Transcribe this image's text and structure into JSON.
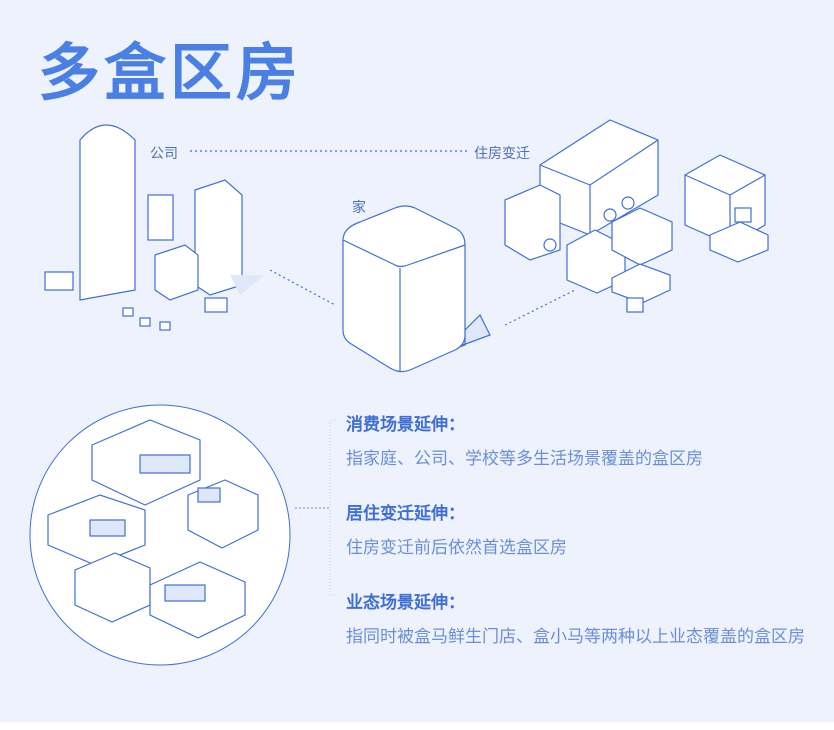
{
  "title": "多盒区房",
  "labels": {
    "company": "公司",
    "home": "家",
    "moving": "住房变迁"
  },
  "items": [
    {
      "heading": "消费场景延伸：",
      "desc": "指家庭、公司、学校等多生活场景覆盖的盒区房"
    },
    {
      "heading": "居住变迁延伸：",
      "desc": "住房变迁前后依然首选盒区房"
    },
    {
      "heading": "业态场景延伸：",
      "desc": "指同时被盒马鲜生门店、盒小马等两种以上业态覆盖的盒区房"
    }
  ],
  "colors": {
    "accent": "#4a7fe3",
    "background": "#edf2fd",
    "line": "#3f6fd6"
  }
}
